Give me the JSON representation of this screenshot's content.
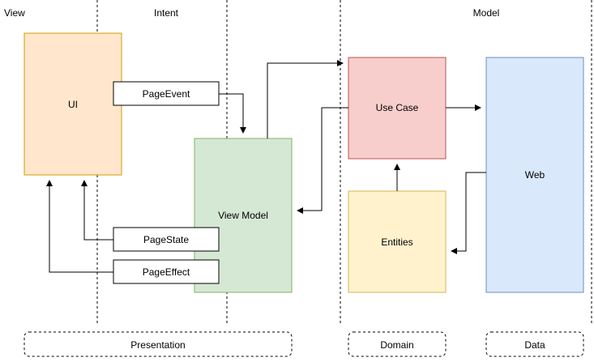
{
  "columns": {
    "view": "View",
    "intent": "Intent",
    "model": "Model"
  },
  "nodes": {
    "ui": {
      "label": "UI",
      "fill": "#ffe6cc",
      "stroke": "#d79b00"
    },
    "view_model": {
      "label": "View Model",
      "fill": "#d5e8d4",
      "stroke": "#82b366"
    },
    "use_case": {
      "label": "Use Case",
      "fill": "#f8cecc",
      "stroke": "#b85450"
    },
    "entities": {
      "label": "Entities",
      "fill": "#fff2cc",
      "stroke": "#d6b656"
    },
    "web": {
      "label": "Web",
      "fill": "#dae8fc",
      "stroke": "#6c8ebf"
    },
    "page_event": {
      "label": "PageEvent",
      "fill": "#ffffff",
      "stroke": "#000000"
    },
    "page_state": {
      "label": "PageState",
      "fill": "#ffffff",
      "stroke": "#000000"
    },
    "page_effect": {
      "label": "PageEffect",
      "fill": "#ffffff",
      "stroke": "#000000"
    }
  },
  "groups": {
    "presentation": "Presentation",
    "domain": "Domain",
    "data": "Data"
  }
}
